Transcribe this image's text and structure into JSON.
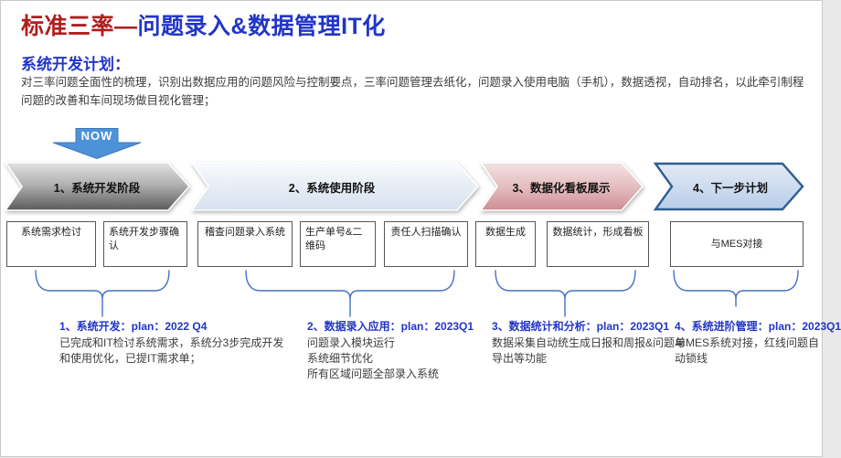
{
  "slide": {
    "title": {
      "prefix": "标准三率—",
      "suffix": "问题录入&数据管理IT化"
    },
    "heading": "系统开发计划：",
    "intro": "对三率问题全面性的梳理，识别出数据应用的问题风险与控制要点，三率问题管理去纸化，问题录入使用电脑（手机），数据透视，自动排名，以此牵引制程问题的改善和车间现场做目视化管理；",
    "now_label": "NOW"
  },
  "stages": [
    {
      "label": "1、系统开发阶段",
      "color_top": "#e2e2e2",
      "color_bottom": "#5c5c5c"
    },
    {
      "label": "2、系统使用阶段",
      "color_top": "#f8fafd",
      "color_bottom": "#d7e0ee"
    },
    {
      "label": "3、数据化看板展示",
      "color_top": "#f3e3e3",
      "color_bottom": "#cd8d94"
    },
    {
      "label": "4、下一步计划",
      "color_top": "#e2ebf6",
      "color_bottom": "#b9cde8",
      "border": "#2e5e8f"
    }
  ],
  "boxes": [
    "系统需求检讨",
    "系统开发步骤确认",
    "稽查问题录入系统",
    "生产单号&二维码",
    "责任人扫描确认",
    "数据生成",
    "数据统计，形成看板",
    "与MES对接"
  ],
  "plans": [
    {
      "heading": "1、系统开发：plan：2022 Q4",
      "body": "已完成和IT检讨系统需求，系统分3步完成开发和使用优化，已提IT需求单；"
    },
    {
      "heading": "2、数据录入应用：plan：2023Q1",
      "body": "问题录入模块运行\n系统细节优化\n所有区域问题全部录入系统"
    },
    {
      "heading": "3、数据统计和分析：plan：2023Q1",
      "body": "数据采集自动统生成日报和周报&问题单导出等功能"
    },
    {
      "heading": "4、系统进阶管理：plan：2023Q1",
      "body": "与MES系统对接，红线问题自动锁线"
    }
  ],
  "colors": {
    "title_red": "#b01e1e",
    "title_blue": "#2135c8",
    "heading_blue": "#2135c8",
    "now_arrow": "#4d92d8",
    "brace_blue": "#4472c4"
  }
}
